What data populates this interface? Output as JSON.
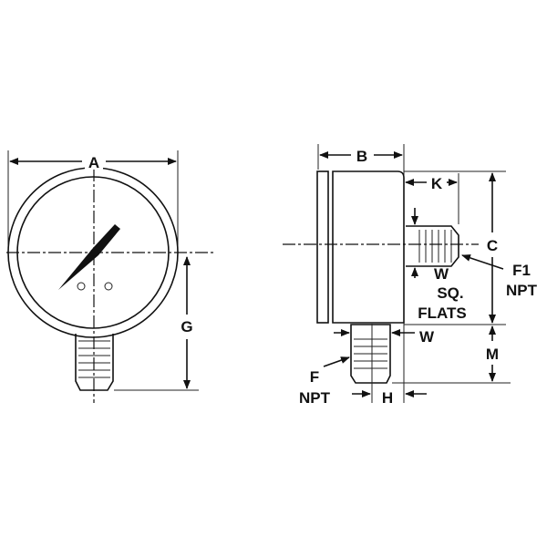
{
  "front_view": {
    "labels": {
      "a": "A",
      "g": "G"
    }
  },
  "side_view": {
    "labels": {
      "b": "B",
      "k": "K",
      "c": "C",
      "f1": "F1",
      "f1_npt": "NPT",
      "w_flats": "W",
      "sq": "SQ.",
      "flats": "FLATS",
      "w_bottom": "W",
      "m": "M",
      "f": "F",
      "f_npt": "NPT",
      "h": "H"
    }
  }
}
